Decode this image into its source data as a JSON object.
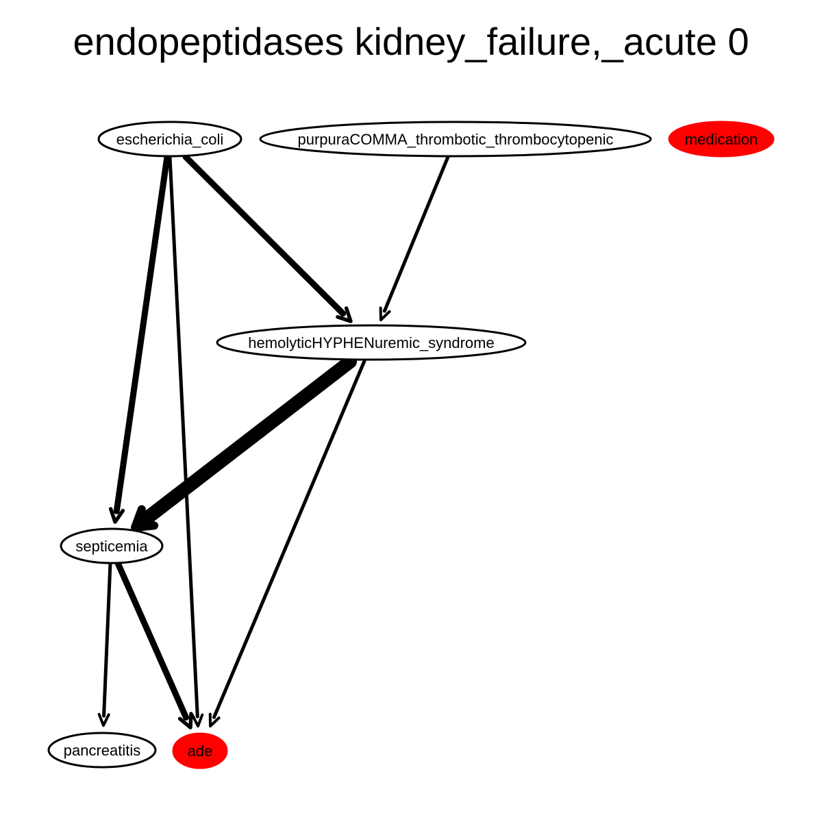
{
  "title": "endopeptidases kidney_failure,_acute 0",
  "colors": {
    "highlight": "#ff0000",
    "plain": "#ffffff",
    "stroke": "#000000"
  },
  "nodes": [
    {
      "id": "escherichia_coli",
      "label": "escherichia_coli",
      "highlighted": false
    },
    {
      "id": "purpura",
      "label": "purpuraCOMMA_thrombotic_thrombocytopenic",
      "highlighted": false
    },
    {
      "id": "medication",
      "label": "medication",
      "highlighted": true
    },
    {
      "id": "hus",
      "label": "hemolyticHYPHENuremic_syndrome",
      "highlighted": false
    },
    {
      "id": "septicemia",
      "label": "septicemia",
      "highlighted": false
    },
    {
      "id": "pancreatitis",
      "label": "pancreatitis",
      "highlighted": false
    },
    {
      "id": "ade",
      "label": "ade",
      "highlighted": true
    }
  ],
  "edges": [
    {
      "from": "escherichia_coli",
      "to": "septicemia",
      "weight": "medium"
    },
    {
      "from": "escherichia_coli",
      "to": "ade",
      "weight": "thin"
    },
    {
      "from": "escherichia_coli",
      "to": "hus",
      "weight": "medium"
    },
    {
      "from": "purpura",
      "to": "hus",
      "weight": "thin"
    },
    {
      "from": "hus",
      "to": "septicemia",
      "weight": "heavy"
    },
    {
      "from": "hus",
      "to": "ade",
      "weight": "thin"
    },
    {
      "from": "septicemia",
      "to": "pancreatitis",
      "weight": "thin"
    },
    {
      "from": "septicemia",
      "to": "ade",
      "weight": "medium"
    }
  ]
}
